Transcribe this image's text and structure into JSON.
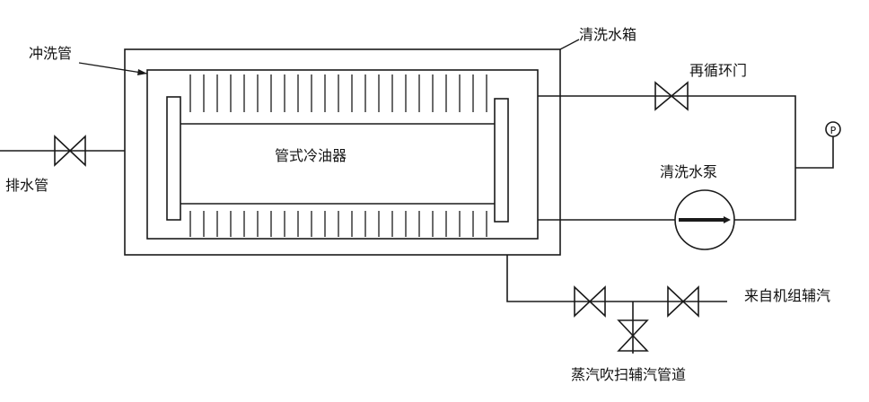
{
  "labels": {
    "flush_pipe": "冲洗管",
    "wash_tank": "清洗水箱",
    "recirc_valve": "再循环门",
    "drain_pipe": "排水管",
    "cooler": "管式冷油器",
    "wash_pump": "清洗水泵",
    "aux_steam_in": "来自机组辅汽",
    "steam_purge": "蒸汽吹扫辅汽管道",
    "pressure_gauge": "P"
  },
  "colors": {
    "line": "#1a1a1a",
    "background": "#ffffff"
  }
}
